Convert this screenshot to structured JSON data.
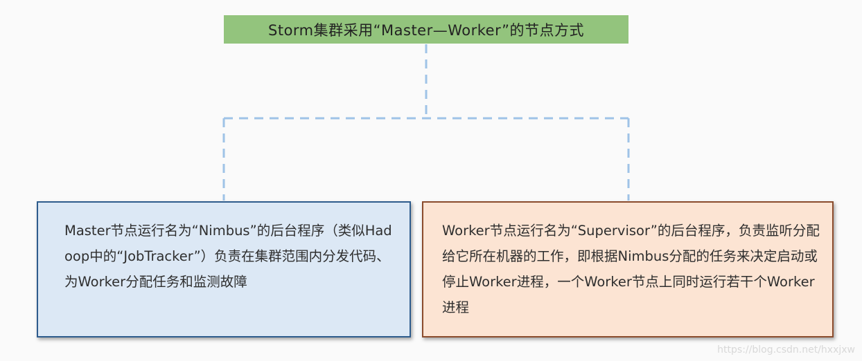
{
  "title": "Storm集群采用“Master—Worker”的节点方式",
  "master": {
    "text": "Master节点运行名为“Nimbus”的后台程序（类似Hadoop中的“JobTracker”）负责在集群范围内分发代码、为Worker分配任务和监测故障"
  },
  "worker": {
    "text": "Worker节点运行名为“Supervisor”的后台程序，负责监听分配给它所在机器的工作，即根据Nimbus分配的任务来决定启动或停止Worker进程，一个Worker节点上同时运行若干个Worker进程"
  },
  "watermark": "https://blog.csdn.net/hxxjxw",
  "colors": {
    "title_bg": "#93c47d",
    "master_bg": "#dce8f5",
    "master_border": "#2d5b8c",
    "worker_bg": "#fce4d3",
    "worker_border": "#8a4b2c",
    "connector": "#9fc3e7"
  }
}
